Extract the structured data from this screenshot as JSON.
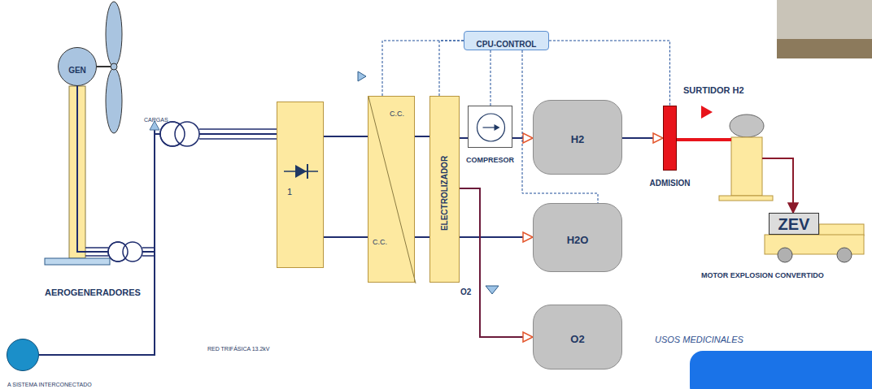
{
  "diagram": {
    "nodes": [
      {
        "text": [
          "GEN"
        ]
      },
      {
        "text": [
          "A SISTEMA INTERCONECTADO"
        ]
      },
      {
        "text": [
          "1"
        ]
      },
      {
        "text": [
          "C.C.",
          "C.C."
        ]
      },
      {
        "text": [
          "CPU-CONTROL"
        ]
      },
      {
        "text": [
          "ELECTROLIZADOR"
        ]
      },
      {
        "text": [
          "COMPRESOR"
        ]
      },
      {
        "text": [
          "H2"
        ]
      },
      {
        "text": [
          "ADMISION"
        ]
      },
      {
        "text": [
          "SURTIDOR H2"
        ]
      },
      {
        "text": [
          "H2O"
        ]
      },
      {
        "text": [
          "O2"
        ]
      },
      {
        "text": [
          "ZEV"
        ]
      }
    ],
    "edges": [
      {
        "from": 0,
        "to": 2,
        "arrow": "none"
      },
      {
        "from": 1,
        "to": 2,
        "arrow": "none"
      },
      {
        "from": 2,
        "to": 3,
        "arrow": "none"
      },
      {
        "from": 3,
        "to": 5,
        "arrow": "none"
      },
      {
        "from": 5,
        "to": 6,
        "arrow": "none"
      },
      {
        "from": 6,
        "to": 7,
        "arrow": "to"
      },
      {
        "from": 7,
        "to": 8,
        "arrow": "to"
      },
      {
        "from": 8,
        "to": 9,
        "arrow": "none"
      },
      {
        "from": 9,
        "to": 12,
        "arrow": "to"
      },
      {
        "from": 5,
        "to": 10,
        "arrow": "to"
      },
      {
        "from": 5,
        "to": 11,
        "arrow": "to"
      },
      {
        "from": 4,
        "to": 3,
        "arrow": "none"
      },
      {
        "from": 4,
        "to": 5,
        "arrow": "none"
      },
      {
        "from": 4,
        "to": 6,
        "arrow": "none"
      },
      {
        "from": 4,
        "to": 8,
        "arrow": "none"
      },
      {
        "from": 4,
        "to": 10,
        "arrow": "none"
      }
    ],
    "labels": [
      "CARGAS",
      "AEROGENERADORES",
      "RED TRIFÁSICA 13.2kV",
      "O2",
      "USOS MEDICINALES",
      "MOTOR EXPLOSION CONVERTIDO"
    ]
  }
}
